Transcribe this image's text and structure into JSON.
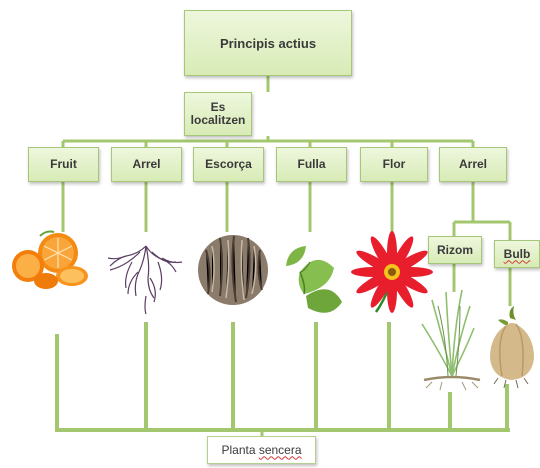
{
  "root": {
    "label": "Principis actius"
  },
  "located": {
    "label": "Es\nlocalitzen"
  },
  "categories": [
    {
      "label": "Fruit",
      "image": "orange-fruit-photo"
    },
    {
      "label": "Arrel",
      "image": "root-photo"
    },
    {
      "label": "Escorça",
      "image": "bark-photo"
    },
    {
      "label": "Fulla",
      "image": "leaf-photo"
    },
    {
      "label": "Flor",
      "image": "flower-photo"
    },
    {
      "label": "Arrel"
    }
  ],
  "sub_categories": [
    {
      "label": "Rizom",
      "image": "rhizome-grass-photo"
    },
    {
      "label": "Bulb",
      "image": "bulb-photo"
    }
  ],
  "bottom": {
    "prefix": "Planta ",
    "misspelled": "sencera"
  },
  "colors": {
    "connector": "#a3c76f",
    "box_fill": "#e3f0cc",
    "box_border": "#a6c77a",
    "text": "#3a3a3a"
  }
}
